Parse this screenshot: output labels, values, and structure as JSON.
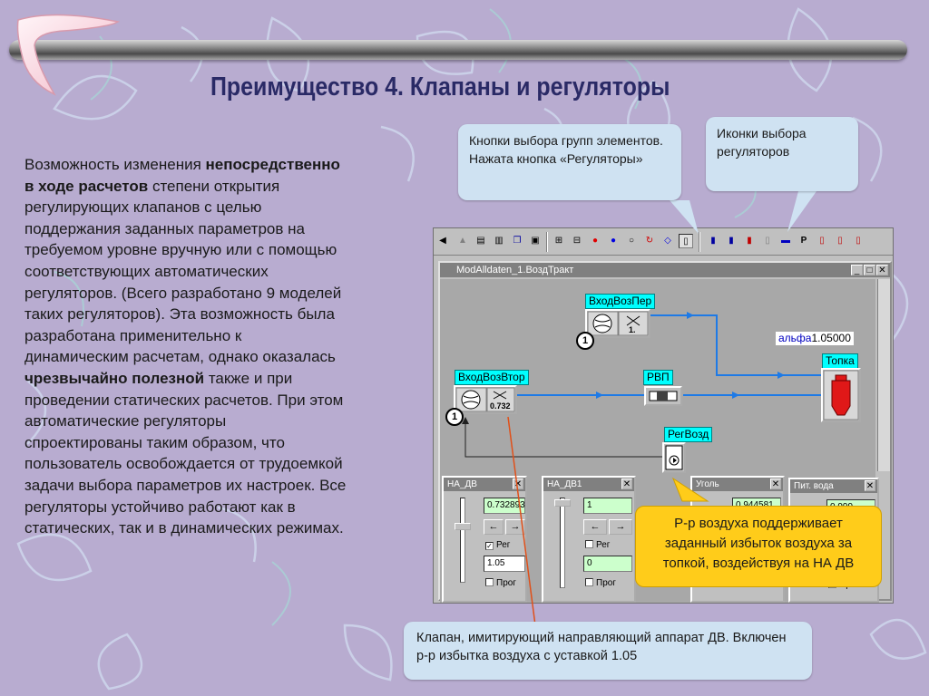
{
  "slide": {
    "title": "Преимущество 4. Клапаны и регуляторы",
    "body": [
      {
        "t": "Возможность изменения ",
        "b": false
      },
      {
        "t": "непосредственно в ходе расчетов",
        "b": true
      },
      {
        "t": " степени открытия регулирующих клапанов с целью поддержания заданных параметров на требуемом уровне вручную или с помощью соответствующих автоматических регуляторов. (Всего разработано 9 моделей таких регуляторов). Эта возможность была разработана применительно к динамическим расчетам, однако оказалась ",
        "b": false
      },
      {
        "t": "чрезвычайно полезной",
        "b": true
      },
      {
        "t": " также и при проведении статических расчетов. При этом автоматические регуляторы спроектированы таким образом, что пользователь освобождается от трудоемкой задачи выбора параметров их настроек. Все регуляторы устойчиво работают как в статических, так и в динамических режимах.",
        "b": false
      }
    ]
  },
  "callouts": {
    "group_buttons": "Кнопки выбора групп элементов. Нажата кнопка «Регуляторы»",
    "regulator_icons": "Иконки выбора регуляторов",
    "air_regulator": "Р-р воздуха поддерживает заданный избыток воздуха за топкой, воздействуя на НА ДВ",
    "valve": "Клапан, имитирующий направляющий аппарат ДВ. Включен р-р избытка воздуха с уставкой 1.05"
  },
  "app": {
    "window_title": "ModAlldaten_1.ВоздТракт",
    "toolbar_icons": [
      "arrow-left-icon",
      "triangle-icon",
      "doc-icon",
      "doc2-icon",
      "cascade-icon",
      "image-icon",
      "grid-icon",
      "bus-icon",
      "red-dot-icon",
      "blue-dot-icon",
      "white-dot-icon",
      "cycle-icon",
      "valve-icon",
      "regulators-icon",
      "reg1-icon",
      "reg2-icon",
      "reg3-icon",
      "reg4-icon",
      "reg5-icon",
      "reg6-icon",
      "reg7-icon",
      "reg8-icon",
      "reg9-icon"
    ],
    "toolbar_p_label": "P",
    "nodes": {
      "inlet1": "ВходВозПер",
      "inlet2": "ВходВозВтор",
      "rvp": "РВП",
      "furnace": "Топка",
      "airreg": "РегВозд",
      "alpha_label": "альфа",
      "alpha_value": "1.05000",
      "valve1_value": "1.",
      "valve2_value": "0.732",
      "num1": "1",
      "num2": "1"
    },
    "panels": {
      "na_dv": {
        "title": "НА_ДВ",
        "value": "0.732893",
        "reg_label": "Рег",
        "reg_checked": true,
        "setpoint": "1.05",
        "prog_label": "Прог",
        "left_btn": "←",
        "right_btn": "→"
      },
      "na_dv1": {
        "title": "НА_ДВ1",
        "value": "1",
        "reg_label": "Рег",
        "reg_checked": false,
        "setpoint": "0",
        "prog_label": "Прог",
        "left_btn": "←",
        "right_btn": "→"
      },
      "ugol": {
        "title": "Уголь",
        "value": "0.944581"
      },
      "pit_voda": {
        "title": "Пит. вода",
        "value": "0.999",
        "prog_label": "Прог"
      }
    },
    "panel_close": "✕"
  },
  "colors": {
    "background": "#b8acd0",
    "title": "#2a2a66",
    "callout_blue": "#cfe2f2",
    "callout_yellow": "#ffcc1a",
    "flow_line": "#1e7ae6",
    "pointer_line": "#e0501a"
  }
}
